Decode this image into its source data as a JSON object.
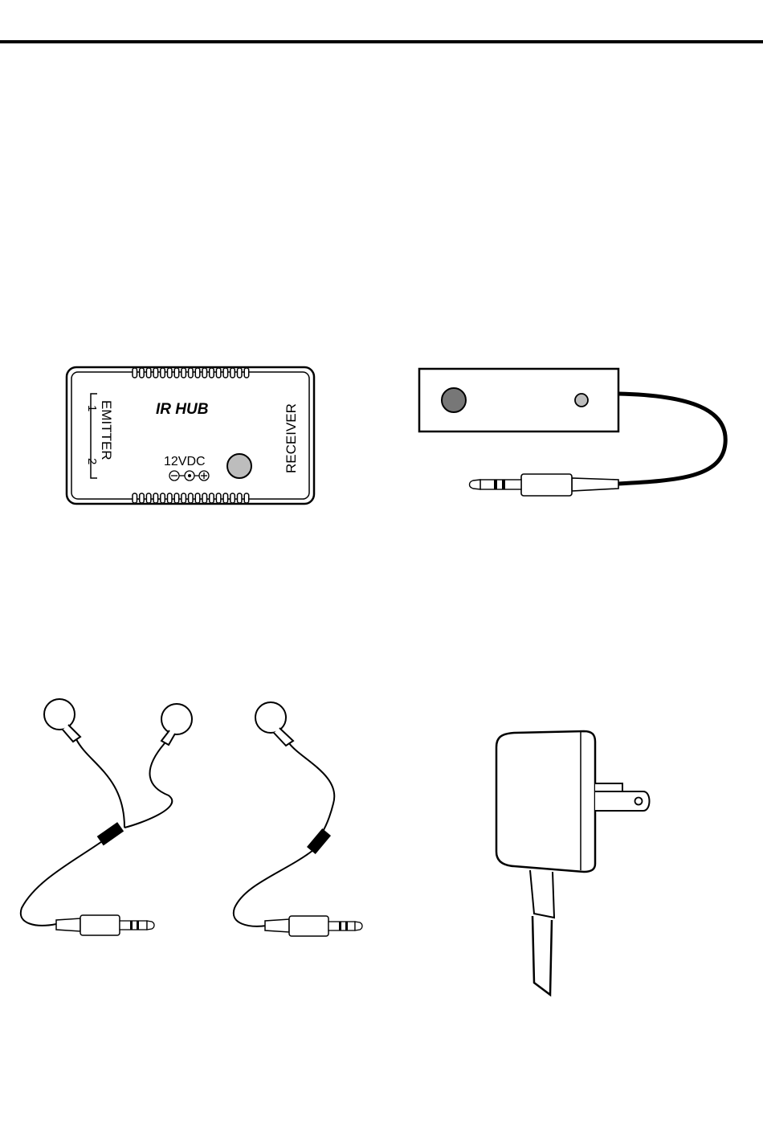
{
  "ir_hub": {
    "title": "IR  HUB",
    "emitter_label": "EMITTER",
    "emitter_port_1": "1",
    "emitter_port_2": "2",
    "power_label": "12VDC",
    "receiver_label": "RECEIVER"
  },
  "colors": {
    "line": "#000000",
    "led_dark": "#777777",
    "led_light": "#bdbdbd",
    "jack_grey": "#aaaaaa"
  }
}
